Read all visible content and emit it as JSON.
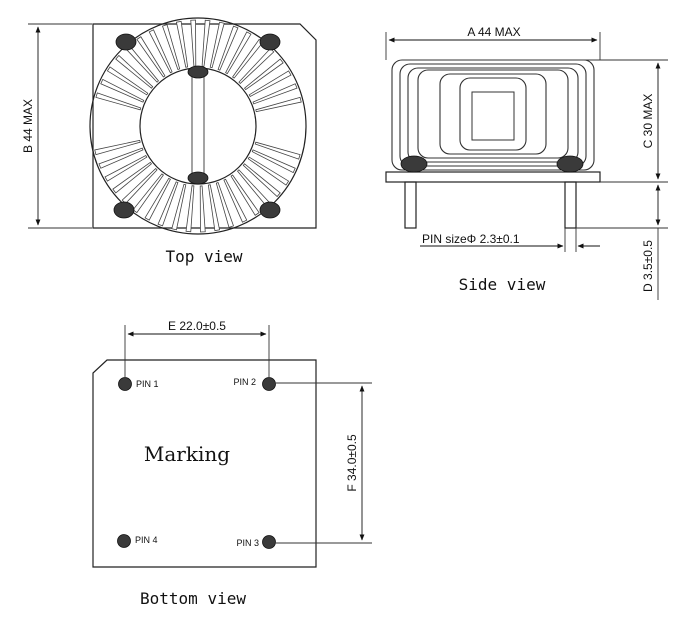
{
  "top_view": {
    "caption": "Top view",
    "dim_b": "B 44 MAX"
  },
  "side_view": {
    "caption": "Side view",
    "dim_a": "A 44 MAX",
    "dim_c": "C 30 MAX",
    "dim_d": "D 3.5±0.5",
    "pin_size": "PIN sizeΦ 2.3±0.1"
  },
  "bottom_view": {
    "caption": "Bottom view",
    "dim_e": "E 22.0±0.5",
    "dim_f": "F 34.0±0.5",
    "marking": "Marking",
    "pins": [
      "PIN 1",
      "PIN 2",
      "PIN 3",
      "PIN 4"
    ]
  }
}
